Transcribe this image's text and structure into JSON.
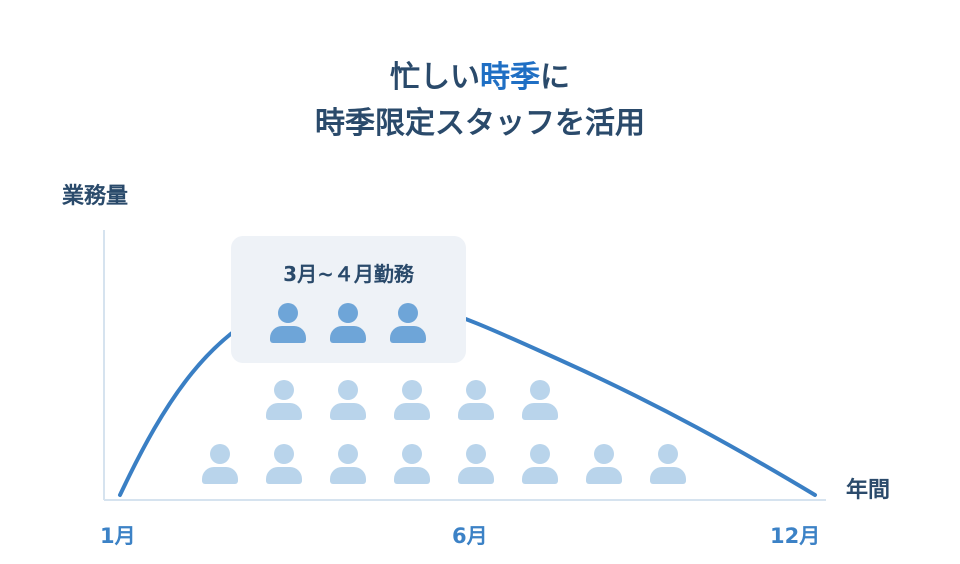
{
  "title": {
    "line1_pre": "忙しい",
    "line1_accent": "時季",
    "line1_post": "に",
    "line2": "時季限定スタッフを活用"
  },
  "axes": {
    "y_label": "業務量",
    "x_label": "年間",
    "ticks": [
      "1月",
      "6月",
      "12月"
    ]
  },
  "callout": {
    "label": "3月~４月勤務",
    "staff_count": 3
  },
  "staff": {
    "row_upper_count": 5,
    "row_lower_count": 8
  },
  "colors": {
    "title": "#2a4a6b",
    "accent": "#1f6fc4",
    "curve": "#3a7fc4",
    "tick": "#3c82c6",
    "staff_regular": "#b9d4eb",
    "staff_seasonal": "#6ea5d8",
    "callout_bg": "#eef2f7",
    "axis": "#d6e3ef"
  },
  "chart_data": {
    "type": "line",
    "title": "忙しい時季に 時季限定スタッフを活用",
    "xlabel": "年間",
    "ylabel": "業務量",
    "x_ticks": [
      "1月",
      "6月",
      "12月"
    ],
    "series": [
      {
        "name": "業務量",
        "shape": "rises steeply from 1月, peaks around 3月~4月, declines to 0 at 12月",
        "x": [
          1,
          2,
          3,
          4,
          5,
          6,
          7,
          8,
          9,
          10,
          11,
          12
        ],
        "values": [
          0,
          62,
          88,
          100,
          98,
          92,
          82,
          70,
          55,
          38,
          20,
          0
        ]
      }
    ],
    "annotations": [
      {
        "text": "3月~４月勤務",
        "staff_icons": 3
      }
    ],
    "regular_staff_icons": {
      "upper_row": 5,
      "lower_row": 8
    },
    "grid": false
  }
}
